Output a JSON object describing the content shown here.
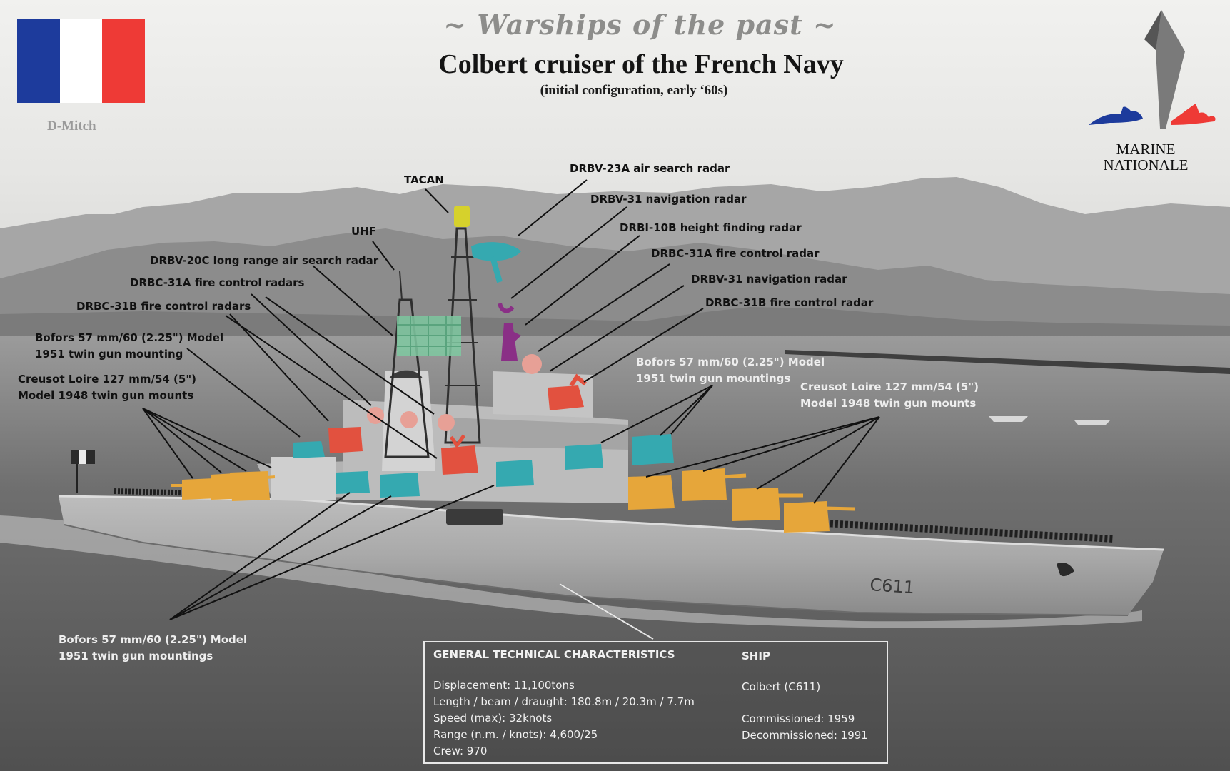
{
  "header": {
    "series_label": "~ Warships of the past ~",
    "title": "Colbert cruiser of the French Navy",
    "subtitle": "(initial configuration, early ‘60s)",
    "author": "D-Mitch"
  },
  "logo": {
    "icon": "marine-nationale-logo",
    "text_line1": "MARINE",
    "text_line2": "NATIONALE"
  },
  "flag": {
    "icon": "french-flag",
    "colors": [
      "#1d3b9c",
      "#ffffff",
      "#ee3a36"
    ]
  },
  "colors": {
    "radar_green": "#7fc9a1",
    "bofors_teal": "#35a9b0",
    "fire_control_red": "#e2513f",
    "gun_orange": "#e6a63a",
    "tacan_yellow": "#d6d12c",
    "navigation_purple": "#8a2f86"
  },
  "labels": {
    "tacan": "TACAN",
    "uhf": "UHF",
    "drbv23a": "DRBV-23A air search radar",
    "drbv31_nav_1": "DRBV-31 navigation  radar",
    "drbi10b": "DRBI-10B height finding radar",
    "drbc31a_fc": "DRBC-31A fire control radar",
    "drbv31_nav_2": "DRBV-31 navigation  radar",
    "drbc31b_fc": "DRBC-31B fire control radar",
    "drbv20c": "DRBV-20C long range air search radar",
    "drbc31a_fcs": "DRBC-31A fire control radars",
    "drbc31b_fcs": "DRBC-31B fire control radars",
    "bofors_aft_1": "Bofors 57 mm/60 (2.25\") Model",
    "bofors_aft_2": "1951 twin gun mounting",
    "creusot_aft_1": "Creusot Loire 127 mm/54 (5\")",
    "creusot_aft_2": "Model 1948  twin gun mounts",
    "bofors_mid_1": "Bofors 57 mm/60 (2.25\") Model",
    "bofors_mid_2": "1951 twin gun mountings",
    "creusot_fwd_1": "Creusot Loire 127 mm/54 (5\")",
    "creusot_fwd_2": "Model 1948  twin gun mounts",
    "bofors_low_1": "Bofors 57 mm/60 (2.25\") Model",
    "bofors_low_2": "1951 twin gun  mountings"
  },
  "ship": {
    "hull_number": "C611"
  },
  "specs": {
    "general_heading": "GENERAL TECHNICAL CHARACTERISTICS",
    "displacement": "Displacement: 11,100tons",
    "dimensions": "Length / beam / draught: 180.8m / 20.3m / 7.7m",
    "speed": "Speed (max): 32knots",
    "range": "Range (n.m. / knots): 4,600/25",
    "crew": "Crew: 970",
    "ship_heading": "SHIP",
    "ship_name": "Colbert (C611)",
    "commissioned": "Commissioned: 1959",
    "decommissioned": "Decommissioned: 1991"
  }
}
